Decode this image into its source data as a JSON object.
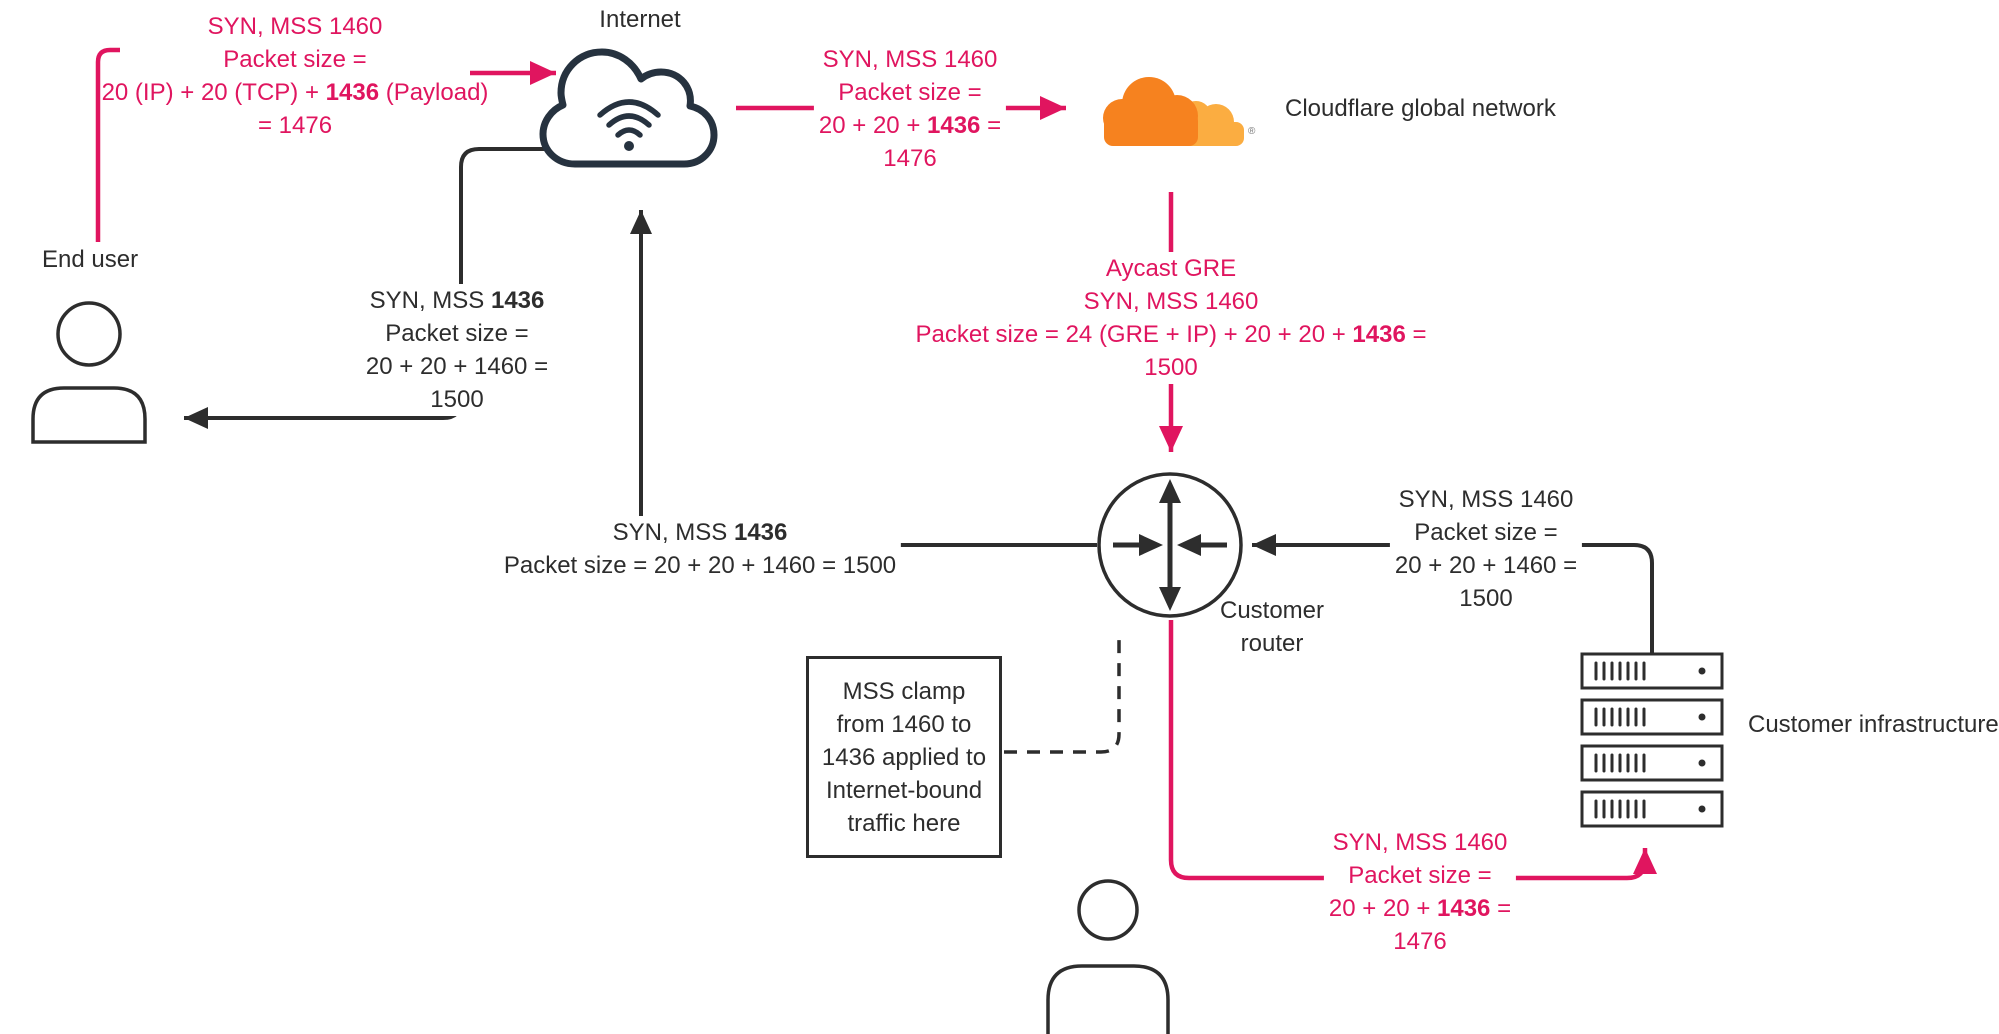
{
  "colors": {
    "pink": "#E0155F",
    "ink": "#2D2D2D",
    "navy": "#26323F",
    "cloudflare_orange": "#F6821F",
    "cloudflare_light": "#FBAD41"
  },
  "nodes": {
    "internet_label": "Internet",
    "cloudflare_label": "Cloudflare global network",
    "cloudflare_mark": "®",
    "end_user_label": "End user",
    "router_label_line1": "Customer",
    "router_label_line2": "router",
    "infrastructure_label": "Customer infrastructure"
  },
  "flows": {
    "user_to_internet": {
      "l1": "SYN, MSS 1460",
      "l2": "Packet size =",
      "l3_pre": "20 (IP) + 20 (TCP) + ",
      "l3_bold": "1436",
      "l3_post": " (Payload)",
      "l4": "= 1476"
    },
    "internet_to_cloudflare": {
      "l1": "SYN, MSS 1460",
      "l2": "Packet size =",
      "l3_pre": "20 + 20 + ",
      "l3_bold": "1436",
      "l3_post": " =",
      "l4": "1476"
    },
    "cloudflare_to_router": {
      "l1": "Aycast GRE",
      "l2": "SYN, MSS 1460",
      "l3_pre": "Packet size = 24 (GRE + IP) + 20 + 20 + ",
      "l3_bold": "1436",
      "l3_post": " =",
      "l4": "1500"
    },
    "internet_to_user": {
      "l1_pre": "SYN, MSS ",
      "l1_bold": "1436",
      "l2": "Packet size =",
      "l3": "20 + 20 + 1460 =",
      "l4": "1500"
    },
    "router_to_internet": {
      "l1_pre": "SYN, MSS ",
      "l1_bold": "1436",
      "l2": "Packet size = 20 + 20 + 1460 = 1500"
    },
    "infrastructure_to_router": {
      "l1": "SYN, MSS 1460",
      "l2": "Packet size =",
      "l3": "20 + 20 + 1460 =",
      "l4": "1500"
    },
    "router_to_infrastructure": {
      "l1": "SYN, MSS 1460",
      "l2": "Packet size =",
      "l3_pre": "20 + 20 + ",
      "l3_bold": "1436",
      "l3_post": " =",
      "l4": "1476"
    }
  },
  "clamp_note": {
    "l1": "MSS clamp",
    "l2": "from 1460 to",
    "l3": "1436 applied to",
    "l4": "Internet-bound",
    "l5": "traffic here"
  }
}
